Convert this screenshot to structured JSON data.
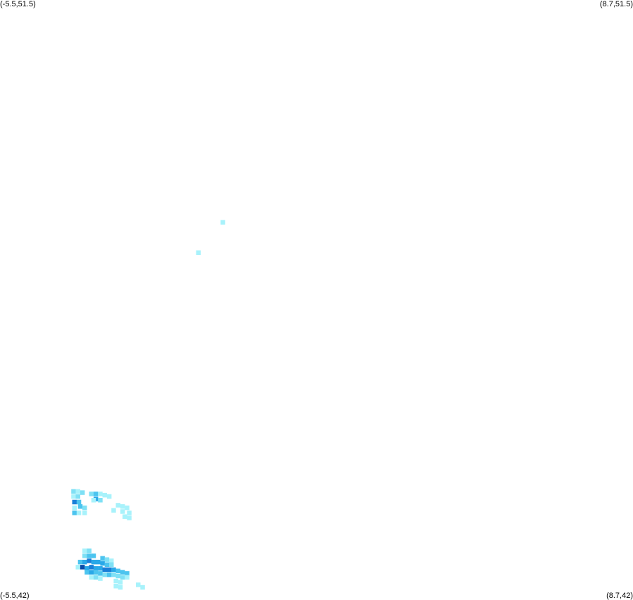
{
  "corners": {
    "top_left": "(-5.5,51.5)",
    "top_right": "(8.7,51.5)",
    "bottom_left": "(-5.5,42)",
    "bottom_right": "(8.7,42)"
  },
  "bounds": {
    "lon_min": -5.5,
    "lon_max": 8.7,
    "lat_min": 42,
    "lat_max": 51.5
  },
  "palette": {
    "1": "#a8f2fb",
    "2": "#7fe0f5",
    "3": "#4cc4ef",
    "4": "#29a8e8",
    "5": "#1a7fd8",
    "6": "#0a4aa8"
  },
  "cells": [
    [
      -0.5,
      47.98,
      1
    ],
    [
      -1.05,
      47.5,
      1
    ],
    [
      -3.85,
      43.72,
      2
    ],
    [
      -3.75,
      43.72,
      1
    ],
    [
      -3.65,
      43.7,
      2
    ],
    [
      -3.85,
      43.64,
      1
    ],
    [
      -3.75,
      43.64,
      2
    ],
    [
      -3.83,
      43.55,
      5
    ],
    [
      -3.73,
      43.55,
      3
    ],
    [
      -3.83,
      43.46,
      1
    ],
    [
      -3.7,
      43.48,
      3
    ],
    [
      -3.6,
      43.46,
      2
    ],
    [
      -3.83,
      43.38,
      3
    ],
    [
      -3.73,
      43.38,
      1
    ],
    [
      -3.6,
      43.38,
      1
    ],
    [
      -3.45,
      43.68,
      2
    ],
    [
      -3.35,
      43.68,
      3
    ],
    [
      -3.25,
      43.68,
      1
    ],
    [
      -3.35,
      43.6,
      4
    ],
    [
      -3.15,
      43.66,
      1
    ],
    [
      -3.05,
      43.64,
      1
    ],
    [
      -3.25,
      43.58,
      2
    ],
    [
      -3.4,
      43.58,
      1
    ],
    [
      -2.85,
      43.5,
      1
    ],
    [
      -2.75,
      43.48,
      1
    ],
    [
      -2.65,
      43.46,
      1
    ],
    [
      -2.95,
      43.42,
      1
    ],
    [
      -2.75,
      43.4,
      1
    ],
    [
      -2.6,
      43.38,
      1
    ],
    [
      -2.7,
      43.32,
      1
    ],
    [
      -2.6,
      43.3,
      1
    ],
    [
      -3.6,
      42.78,
      1
    ],
    [
      -3.5,
      42.78,
      2
    ],
    [
      -3.6,
      42.7,
      2
    ],
    [
      -3.5,
      42.7,
      3
    ],
    [
      -3.4,
      42.7,
      3
    ],
    [
      -3.2,
      42.66,
      3
    ],
    [
      -3.1,
      42.64,
      2
    ],
    [
      -3.0,
      42.62,
      1
    ],
    [
      -3.7,
      42.6,
      3
    ],
    [
      -3.6,
      42.6,
      4
    ],
    [
      -3.5,
      42.62,
      5
    ],
    [
      -3.4,
      42.6,
      4
    ],
    [
      -3.3,
      42.6,
      4
    ],
    [
      -3.2,
      42.58,
      4
    ],
    [
      -3.1,
      42.56,
      3
    ],
    [
      -3.0,
      42.56,
      2
    ],
    [
      -3.75,
      42.52,
      1
    ],
    [
      -3.65,
      42.52,
      6
    ],
    [
      -3.55,
      42.5,
      4
    ],
    [
      -3.45,
      42.52,
      5
    ],
    [
      -3.35,
      42.5,
      4
    ],
    [
      -3.25,
      42.5,
      4
    ],
    [
      -3.15,
      42.48,
      5
    ],
    [
      -3.05,
      42.48,
      5
    ],
    [
      -2.95,
      42.48,
      4
    ],
    [
      -2.85,
      42.46,
      3
    ],
    [
      -2.75,
      42.44,
      3
    ],
    [
      -2.65,
      42.42,
      3
    ],
    [
      -3.55,
      42.44,
      3
    ],
    [
      -3.45,
      42.44,
      4
    ],
    [
      -3.35,
      42.44,
      3
    ],
    [
      -3.25,
      42.42,
      3
    ],
    [
      -3.15,
      42.4,
      2
    ],
    [
      -3.05,
      42.4,
      3
    ],
    [
      -2.95,
      42.4,
      2
    ],
    [
      -2.85,
      42.38,
      2
    ],
    [
      -2.75,
      42.36,
      2
    ],
    [
      -2.65,
      42.36,
      1
    ],
    [
      -3.45,
      42.36,
      1
    ],
    [
      -3.35,
      42.36,
      2
    ],
    [
      -3.25,
      42.34,
      1
    ],
    [
      -2.9,
      42.3,
      1
    ],
    [
      -2.8,
      42.28,
      1
    ],
    [
      -2.9,
      42.22,
      1
    ],
    [
      -2.8,
      42.2,
      1
    ],
    [
      -2.4,
      42.24,
      1
    ],
    [
      -2.3,
      42.2,
      1
    ]
  ]
}
